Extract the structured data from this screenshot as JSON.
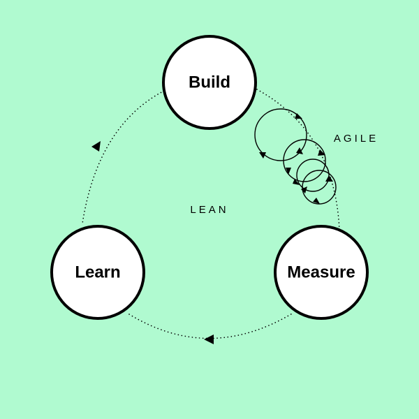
{
  "diagram": {
    "nodes": {
      "build": "Build",
      "measure": "Measure",
      "learn": "Learn"
    },
    "captions": {
      "lean": "LEAN",
      "agile": "AGILE"
    }
  },
  "colors": {
    "background": "#b0fad0",
    "node_fill": "#ffffff",
    "stroke": "#000000"
  }
}
